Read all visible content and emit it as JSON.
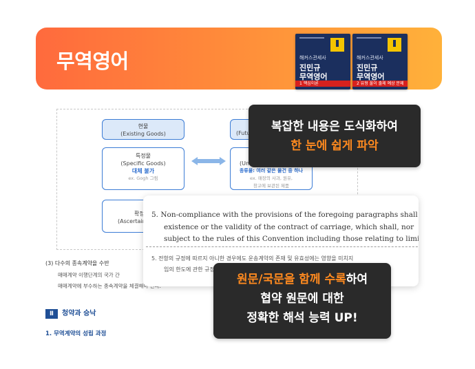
{
  "banner": {
    "title": "무역영어",
    "books": [
      {
        "series": "해커스관세사",
        "author": "진민규",
        "subject": "무역영어",
        "strip": "1 핵심이론"
      },
      {
        "series": "해커스관세사",
        "author": "진민규",
        "subject": "무역영어",
        "strip": "2 유형 풀이 출제 예상 문제"
      }
    ]
  },
  "doc": {
    "node1": {
      "title": "현물",
      "sub": "(Existing Goods)"
    },
    "node2": {
      "title": "특정물",
      "sub": "(Specific Goods)",
      "hl": "대체 불가",
      "note": "ex. Gogh 그림"
    },
    "node3": {
      "title": "확정",
      "sub": "(Ascertain"
    },
    "node4": {
      "title": "(Futu"
    },
    "node5": {
      "title": "불특정물",
      "sub": "(Unascertained Goods)",
      "hl": "종류물: 여러 같은 물건 중 하나",
      "note1": "ex. 매장의 사과, 원유,",
      "note2": "창고에 보관된 제품"
    },
    "line1": "(3) 다수의 종속계약을 수반",
    "line2": "매매계약 이행단계의 국가 간",
    "line3": "매매계약에 부수하는 종속계약을 체결해야 한다.",
    "section": {
      "num": "Ⅱ",
      "label": "청약과 승낙"
    },
    "sub1": "1.  무역계약의 성립 과정"
  },
  "callout_top": {
    "line1": "복잡한 내용은 도식화하여",
    "line2": "한 눈에 쉽게 파악"
  },
  "card": {
    "en1": "5.   Non-compliance with the provisions of the foregoing paragraphs shall no",
    "en2": "existence or the validity of the contract of carriage, which shall, nor",
    "en3": "subject to the rules of this Convention including those relating to limitatio",
    "ko1": "5.   전항의 규정에 따르지 아니한 경우에도 운송계약의 존재 및 유효성에는 영향을 미치지",
    "ko2": "임의 한도에 관한 규정을 포함한 이 협약의 규정이 적용된다."
  },
  "callout_bottom": {
    "line1_hl": "원문/국문을 함께 수록",
    "line1_rest": "하여",
    "line2": "협약 원문에 대한",
    "line3": "정확한 해석 능력 UP!"
  },
  "colors": {
    "banner_start": "#ff6a3d",
    "banner_end": "#ffb13a",
    "highlight": "#ff8a1f",
    "node_border": "#3a7bd5"
  }
}
